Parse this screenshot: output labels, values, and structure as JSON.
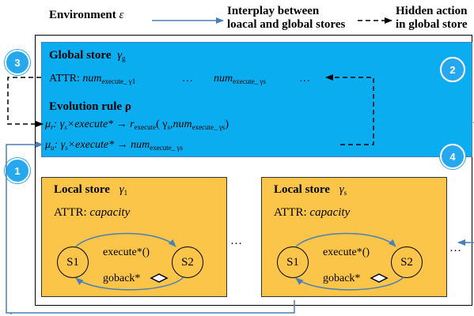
{
  "legend": {
    "environment_label": "Environment",
    "environment_symbol": "ε",
    "interplay_line1": "Interplay between",
    "interplay_line2": "loacal and global stores",
    "hidden_line1": "Hidden action",
    "hidden_line2": "in global store"
  },
  "global_store": {
    "title": "Global store",
    "gamma": "γ",
    "gamma_sub": "g",
    "attr_prefix": "ATTR:",
    "num": "num",
    "sub1": "execute_ γ1",
    "ellipsis1": "…",
    "subs": "execute_ γs",
    "ellipsis2": "…",
    "evolution_title": "Evolution rule ρ",
    "rule_r_label": "μ",
    "rule_r_sub": "r",
    "rule_r_body": ": γ",
    "rule_r_s": "s",
    "rule_r_mid": "×execute* → r",
    "rule_r_exec": "execute",
    "rule_r_args": "( γ",
    "rule_r_args_s": "s",
    "rule_r_num": ",num",
    "rule_r_num_sub": "execute_ γs",
    "rule_r_close": ")",
    "rule_u_label": "μ",
    "rule_u_sub": "u",
    "rule_u_body": ": γ",
    "rule_u_s": "s",
    "rule_u_mid": "×execute* → num",
    "rule_u_num_sub": "execute_ γs"
  },
  "local_stores": [
    {
      "title": "Local store",
      "gamma": "γ",
      "gamma_sub": "1",
      "attr_prefix": "ATTR:",
      "attr_value": "capacity",
      "state_a": "S1",
      "state_b": "S2",
      "execute_label": "execute*()",
      "goback_label": "goback*"
    },
    {
      "title": "Local store",
      "gamma": "γ",
      "gamma_sub": "s",
      "attr_prefix": "ATTR:",
      "attr_value": "capacity",
      "state_a": "S1",
      "state_b": "S2",
      "execute_label": "execute*()",
      "goback_label": "goback*"
    }
  ],
  "between_ellipsis": "…",
  "right_ellipsis": "…",
  "badges": [
    "1",
    "2",
    "3",
    "4"
  ],
  "colors": {
    "global_fill": "#0aaef0",
    "local_fill": "#fbc54a",
    "arrow_blue": "#4a7fb8",
    "badge_blue": "#26a8ee"
  }
}
